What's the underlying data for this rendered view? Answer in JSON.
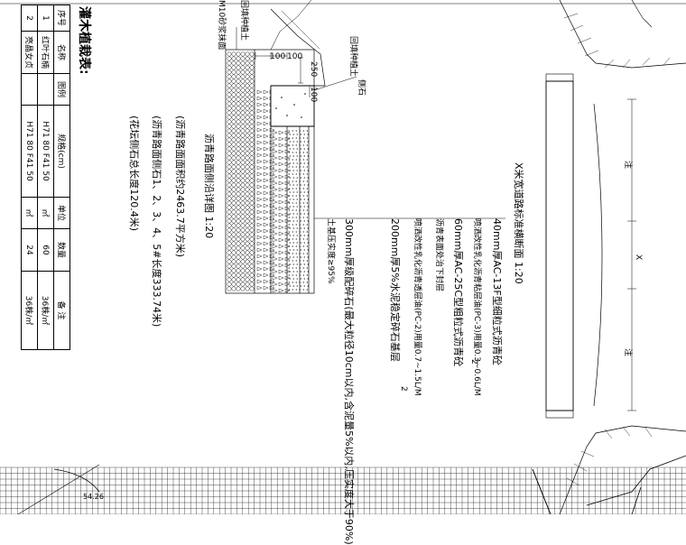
{
  "table": {
    "title": "灌木植栽表:",
    "headers": [
      "序号",
      "名称",
      "图例",
      "规格(cm)",
      "单位",
      "数量",
      "备 注"
    ],
    "rows": [
      [
        "1",
        "红叶石楠",
        "",
        "H71 80 F41 50",
        "㎡",
        "60",
        "36株/㎡"
      ],
      [
        "2",
        "亮晶女贞",
        "",
        "H71 80 F41 50",
        "㎡",
        "24",
        "36株/㎡"
      ]
    ]
  },
  "notes": {
    "note1": "(沥青路面面积约2463.7平方米)",
    "note2": "(沥青路面侧石1、2、3、4、5#长度333.74米)",
    "note3": "(花坛侧石总长度120.4米)"
  },
  "detail": {
    "title": "沥青路面侧沿详图 1:20",
    "label_mortar": "M10砂浆抹面",
    "label_soil": "回填种植土",
    "label_soil2": "回填种植土",
    "label_curb": "侧石",
    "dims": [
      "100",
      "100",
      "250",
      "100"
    ]
  },
  "section": {
    "title": "X米宽道路标准横断面  1:20",
    "layers": [
      "40mm厚AC-13F型细粒式沥青砼",
      "喷洒改性乳化沥青粘层油(PC-3)用量0.3~0.6L/M",
      "60mm厚AC-25C型粗粒式沥青砼",
      "沥青表面处治下封层",
      "喷洒改性乳化沥青透层油(PC-2)用量0.7~1.5L/M",
      "200mm厚5%水泥稳定碎石基层",
      "300mm厚级配碎石(最大粒径10cm以内,含泥量5%以内,压实度大于90%)",
      "土基压实度≥95%"
    ],
    "sup": [
      "2",
      "2"
    ],
    "lane_labels": [
      "注",
      "X",
      "注"
    ]
  },
  "bottom": {
    "stamp": "54.26"
  }
}
